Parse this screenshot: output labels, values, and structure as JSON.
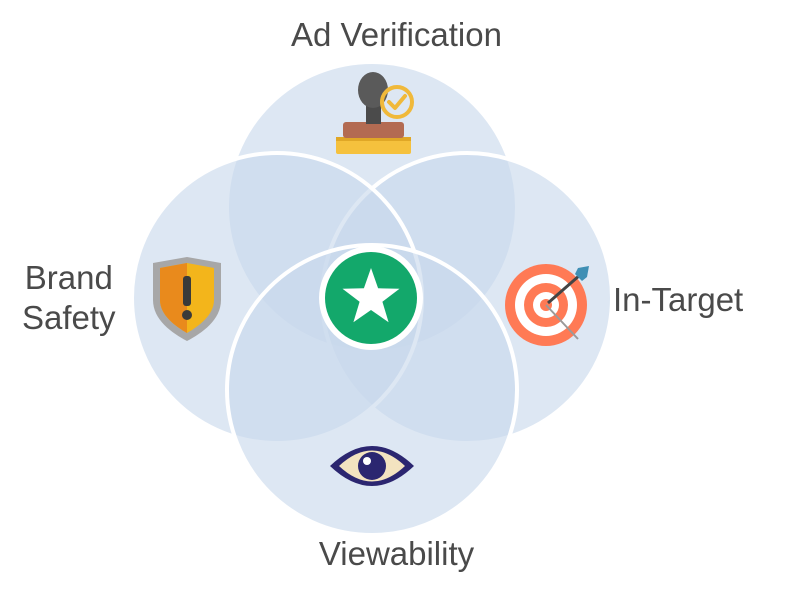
{
  "diagram": {
    "labels": {
      "top": "Ad Verification",
      "right": "In-Target",
      "bottom": "Viewability",
      "left_line1": "Brand",
      "left_line2": "Safety"
    },
    "icons": {
      "top": "rubber-stamp-icon",
      "right": "target-icon",
      "bottom": "eye-icon",
      "left": "warning-shield-icon",
      "center": "star-icon"
    },
    "colors": {
      "circle_fill": "#c8d9ec",
      "circle_stroke": "#ffffff",
      "center_badge": "#13a86b",
      "label_text": "#4a4a4a"
    }
  }
}
